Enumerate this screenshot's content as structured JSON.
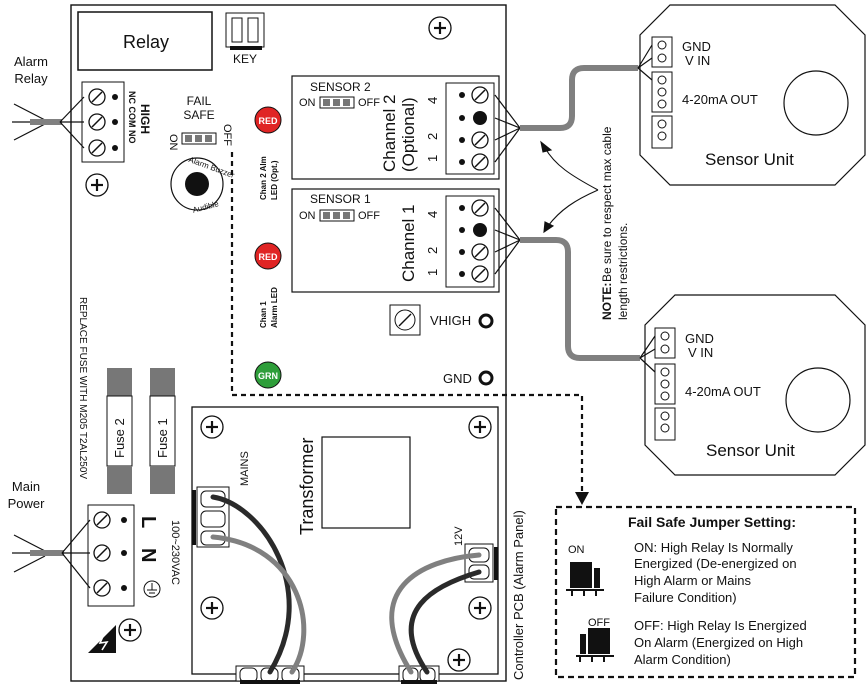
{
  "board": {
    "relay_label": "Relay",
    "key_label": "KEY",
    "fail_safe_label_1": "FAIL",
    "fail_safe_label_2": "SAFE",
    "fail_safe_on": "ON",
    "fail_safe_off": "OFF",
    "high_label": "HIGH",
    "nc_com_no": "NC COM NO",
    "alarm_buzzer": "Alarm Buzzer",
    "audible": "Audible",
    "red_label": "RED",
    "grn_label": "GRN",
    "chan2_led_1": "Chan 2 Alm",
    "chan2_led_2": "LED (Opt.)",
    "chan1_led_1": "Chan 1",
    "chan1_led_2": "Alarm LED",
    "sensor2": "SENSOR 2",
    "sensor1": "SENSOR 1",
    "on": "ON",
    "off": "OFF",
    "channel2_1": "Channel 2",
    "channel2_2": "(Optional)",
    "channel1": "Channel 1",
    "pin_1": "1",
    "pin_2": "2",
    "pin_4": "4",
    "vhigh": "VHIGH",
    "gnd": "GND",
    "replace_fuse": "REPLACE FUSE WITH M205 T2AL250V",
    "fuse1": "Fuse 1",
    "fuse2": "Fuse 2",
    "transformer": "Transformer",
    "mains": "MAINS",
    "v12": "12V",
    "l": "L",
    "n": "N",
    "vac": "100~230VAC",
    "controller_pcb": "Controller PCB (Alarm Panel)"
  },
  "external": {
    "alarm_relay_1": "Alarm",
    "alarm_relay_2": "Relay",
    "main_power_1": "Main",
    "main_power_2": "Power",
    "note_bold": "NOTE:",
    "note_1": "Be sure to respect max cable",
    "note_2": "length restrictions."
  },
  "sensor_units": [
    {
      "gnd": "GND",
      "vin": "V IN",
      "out": "4-20mA OUT",
      "name": "Sensor Unit"
    },
    {
      "gnd": "GND",
      "vin": "V IN",
      "out": "4-20mA OUT",
      "name": "Sensor Unit"
    }
  ],
  "legend": {
    "title": "Fail Safe Jumper Setting:",
    "on_tag": "ON",
    "off_tag": "OFF",
    "on_1": "ON: High Relay Is Normally",
    "on_2": "Energized (De-energized on",
    "on_3": "High Alarm or Mains",
    "on_4": "Failure Condition)",
    "off_1": "OFF: High Relay Is Energized",
    "off_2": "On Alarm (Energized on High",
    "off_3": "Alarm Condition)"
  },
  "colors": {
    "red_led": "#e02424",
    "green_led": "#2e9e3a",
    "cable": "#808080",
    "wire_dark": "#2a2a2a"
  }
}
